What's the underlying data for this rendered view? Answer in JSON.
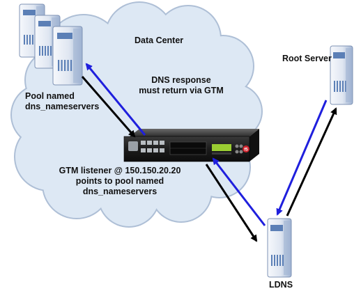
{
  "labels": {
    "data_center": "Data Center",
    "dns_response_line1": "DNS response",
    "dns_response_line2": "must return  via GTM",
    "pool_line1": "Pool  named",
    "pool_line2": "dns_nameservers",
    "gtm_line1": "GTM listener   @ 150.150.20.20",
    "gtm_line2": "points to pool named",
    "gtm_line3": "dns_nameservers",
    "root_server": "Root Server",
    "ldns": "LDNS"
  },
  "colors": {
    "cloud_fill": "#dde8f4",
    "cloud_stroke": "#aebfd6",
    "arrow_blue": "#1f1fdd",
    "arrow_black": "#000000",
    "server_light": "#eef2f8",
    "server_dark": "#5b7fb6",
    "device_body": "#1d1d1d"
  },
  "icons": {
    "pool_servers": "server-tower-icon",
    "root_server": "server-tower-icon",
    "ldns": "server-tower-icon",
    "gtm_device": "network-appliance-icon"
  }
}
